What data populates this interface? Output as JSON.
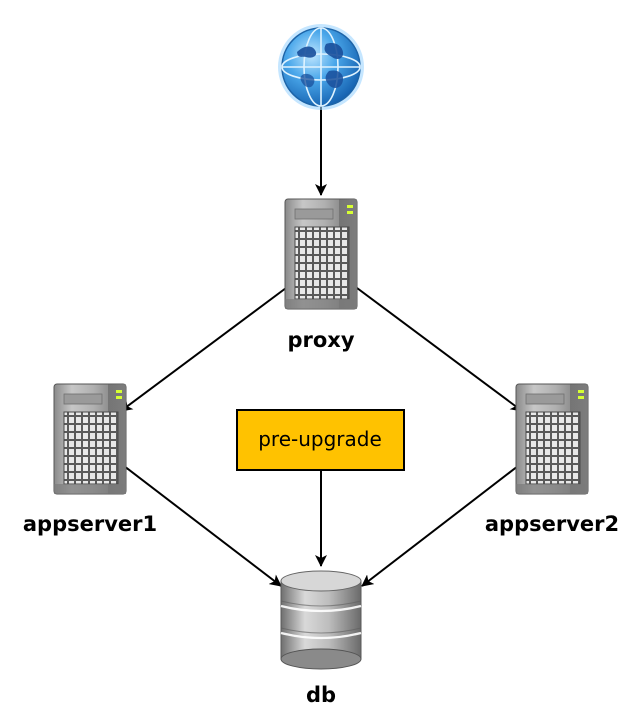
{
  "diagram": {
    "nodes": {
      "internet": {
        "icon": "globe-icon",
        "label": ""
      },
      "proxy": {
        "icon": "server-icon",
        "label": "proxy"
      },
      "appserver1": {
        "icon": "server-icon",
        "label": "appserver1"
      },
      "appserver2": {
        "icon": "server-icon",
        "label": "appserver2"
      },
      "db": {
        "icon": "database-icon",
        "label": "db"
      }
    },
    "note": {
      "label": "pre-upgrade",
      "fill": "#ffc200",
      "border": "#000000"
    },
    "edges": [
      {
        "from": "internet",
        "to": "proxy"
      },
      {
        "from": "proxy",
        "to": "appserver1"
      },
      {
        "from": "proxy",
        "to": "appserver2"
      },
      {
        "from": "appserver1",
        "to": "db"
      },
      {
        "from": "appserver2",
        "to": "db"
      },
      {
        "from": "note",
        "to": "db"
      }
    ]
  }
}
